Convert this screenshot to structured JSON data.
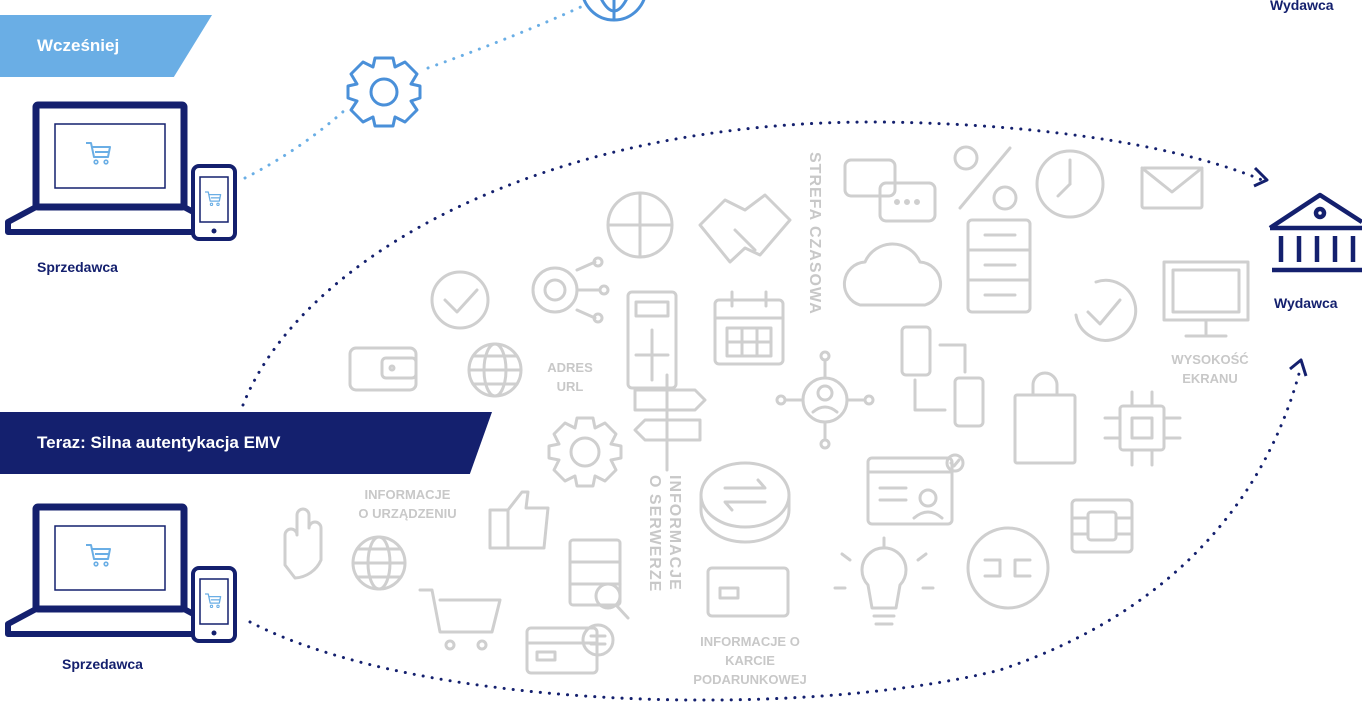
{
  "banners": {
    "earlier": "Wcześniej",
    "now": "Teraz: Silna autentykacja EMV"
  },
  "merchant": {
    "top_label": "Sprzedawca",
    "bottom_label": "Sprzedawca"
  },
  "issuer": {
    "top_label": "Wydawca",
    "right_label": "Wydawca"
  },
  "data_labels": {
    "strefa": "STREFA CZASOWA",
    "adres_line1": "ADRES",
    "adres_line2": "URL",
    "info_urz_line1": "INFORMACJE",
    "info_urz_line2": "O URZĄDZENIU",
    "wys_line1": "WYSOKOŚĆ",
    "wys_line2": "EKRANU",
    "info_serw_col1": "INFORMACJE",
    "info_serw_col2": "O SERWERZE",
    "karta_line1": "INFORMACJE O",
    "karta_line2": "KARCIE",
    "karta_line3": "PODARUNKOWEJ"
  },
  "colors": {
    "navy": "#14206e",
    "light_blue": "#6aaee5",
    "blue_icon": "#4a90d9",
    "gray_icon": "#cfcfcf"
  },
  "icons": [
    "laptop-cart-icon",
    "phone-cart-icon",
    "gear-icon",
    "globe-icon",
    "bank-icon",
    "plus-circle-icon",
    "handshake-icon",
    "chat-icon",
    "percent-icon",
    "clock-icon",
    "mail-icon",
    "check-circle-icon",
    "ai-gear-icon",
    "calculator-icon",
    "calendar-icon",
    "cloud-icon",
    "server-icon",
    "refresh-check-icon",
    "monitor-icon",
    "wallet-icon",
    "signpost-icon",
    "network-user-icon",
    "sync-devices-icon",
    "shopping-bag-icon",
    "chip-icon",
    "hand-icon",
    "thumbs-up-icon",
    "coin-exchange-icon",
    "profile-card-icon",
    "sim-chip-icon",
    "database-search-icon",
    "gift-card-icon",
    "bulb-icon",
    "plug-icon",
    "cart-icon",
    "card-transfer-icon"
  ]
}
